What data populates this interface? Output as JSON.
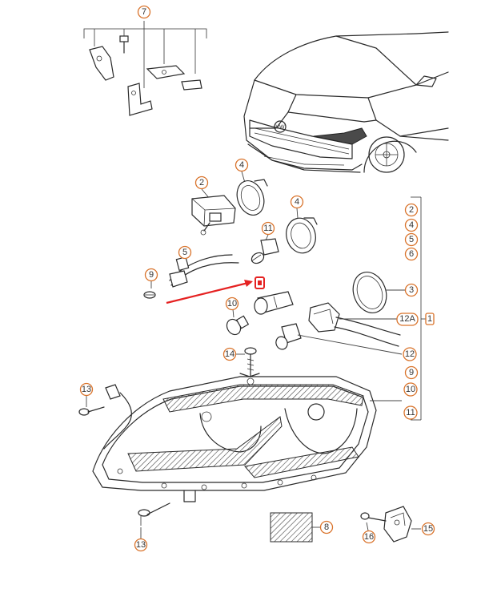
{
  "callouts": {
    "c7": "7",
    "c2": "2",
    "c4a": "4",
    "c4b": "4",
    "c11": "11",
    "c5": "5",
    "c9": "9",
    "c10": "10",
    "c14": "14",
    "c13a": "13",
    "c13b": "13",
    "c8": "8",
    "c16": "16",
    "c15": "15",
    "c3": "3",
    "c12a": "12A",
    "c12": "12",
    "c1": "1",
    "list": [
      "2",
      "4",
      "5",
      "6",
      "3",
      "12A",
      "12",
      "9",
      "10",
      "11"
    ]
  },
  "colors": {
    "callout_border": "#d9732b",
    "highlight_arrow": "#e52222",
    "line": "#2a2a2a"
  },
  "highlight_marker": "highlighted-bulb-marker"
}
